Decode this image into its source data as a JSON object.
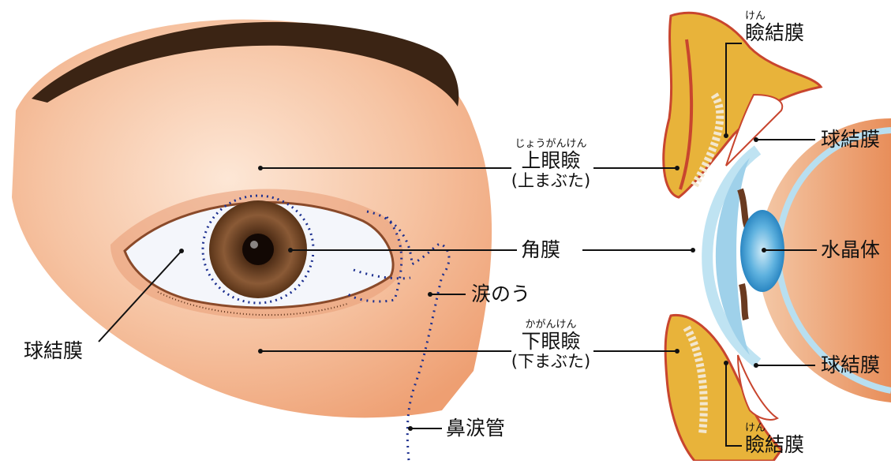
{
  "labels": {
    "upper_eyelid": {
      "reading": "じょうがんけん",
      "text": "上眼瞼",
      "sub": "(上まぶた)"
    },
    "lower_eyelid": {
      "reading": "かがんけん",
      "text": "下眼瞼",
      "sub": "(下まぶた)"
    },
    "cornea": "角膜",
    "lacrimal_sac": "涙のう",
    "nasolacrimal_duct": "鼻涙管",
    "bulbar_conjunctiva_left": "球結膜",
    "bulbar_conjunctiva_right_top": "球結膜",
    "bulbar_conjunctiva_right_bottom": "球結膜",
    "lens": "水晶体",
    "palpebral_conjunctiva_top": {
      "reading": "けん",
      "text": "瞼結膜"
    },
    "palpebral_conjunctiva_bottom": {
      "reading": "けん",
      "text": "瞼結膜"
    }
  },
  "colors": {
    "skin": "#f2b28a",
    "skin_light": "#fbe3cf",
    "iris": "#7a4a2c",
    "duct_dots": "#1c2f8f",
    "cornea_blue": "#7fc3e0",
    "lens_blue": "#4aa6d8",
    "tissue_yellow": "#e8b33a",
    "tissue_red": "#c8452e"
  }
}
